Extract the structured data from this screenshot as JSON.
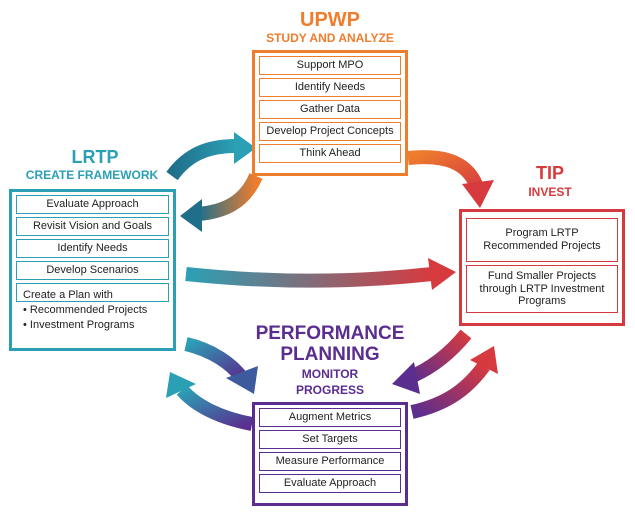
{
  "upwp": {
    "title": "UPWP",
    "subtitle": "STUDY AND ANALYZE",
    "items": [
      "Support MPO",
      "Identify Needs",
      "Gather Data",
      "Develop Project Concepts",
      "Think Ahead"
    ]
  },
  "lrtp": {
    "title": "LRTP",
    "subtitle": "CREATE FRAMEWORK",
    "items": [
      "Evaluate Approach",
      "Revisit Vision and Goals",
      "Identify Needs",
      "Develop Scenarios"
    ],
    "plan_heading": "Create a Plan with",
    "plan_bullets": [
      "• Recommended Projects",
      "• Investment Programs"
    ]
  },
  "tip": {
    "title": "TIP",
    "subtitle": "INVEST",
    "items": [
      [
        "Program LRTP",
        "Recommended Projects"
      ],
      [
        "Fund Smaller Projects",
        "through LRTP Investment",
        "Programs"
      ]
    ]
  },
  "pp": {
    "title_line1": "PERFORMANCE",
    "title_line2": "PLANNING",
    "subtitle_line1": "MONITOR",
    "subtitle_line2": "PROGRESS",
    "items": [
      "Augment Metrics",
      "Set Targets",
      "Measure Performance",
      "Evaluate Approach"
    ]
  },
  "colors": {
    "upwp": "#ee7d2d",
    "lrtp": "#2ba0b5",
    "tip": "#d63a3f",
    "performance": "#5a2d8f"
  }
}
